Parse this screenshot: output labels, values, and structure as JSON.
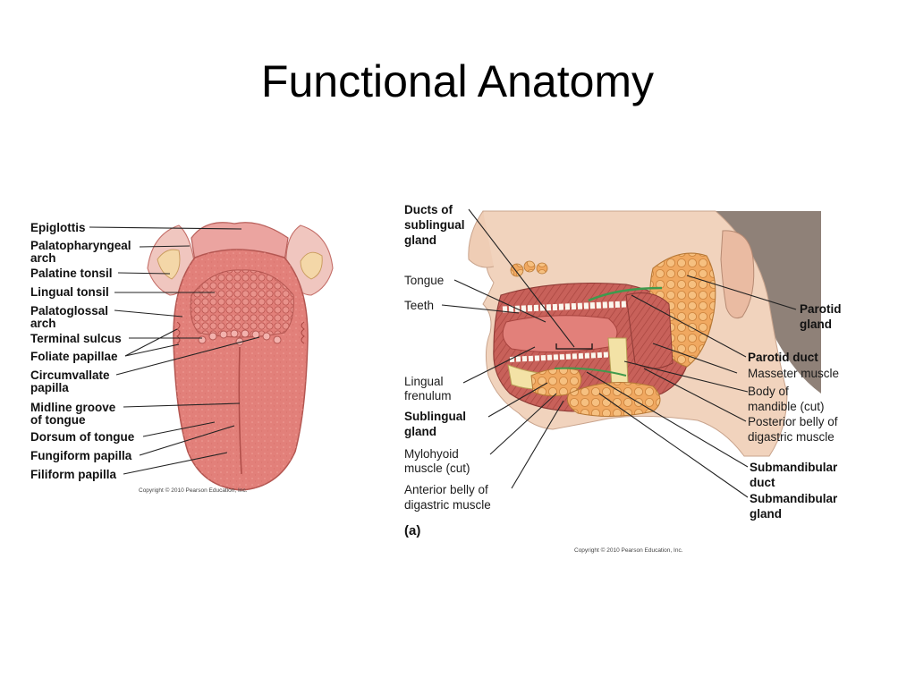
{
  "title": "Functional Anatomy",
  "tongue_figure": {
    "labels": [
      [
        "Epiglottis"
      ],
      [
        "Palatopharyngeal",
        "arch"
      ],
      [
        "Palatine tonsil"
      ],
      [
        "Lingual tonsil"
      ],
      [
        "Palatoglossal",
        "arch"
      ],
      [
        "Terminal sulcus"
      ],
      [
        "Foliate papillae"
      ],
      [
        "Circumvallate",
        "papilla"
      ],
      [
        "Midline groove",
        "of tongue"
      ],
      [
        "Dorsum of tongue"
      ],
      [
        "Fungiform papilla"
      ],
      [
        "Filiform papilla"
      ]
    ],
    "copyright": "Copyright © 2010 Pearson Education, Inc."
  },
  "head_figure": {
    "left_labels": [
      {
        "lines": [
          "Ducts of",
          "sublingual",
          "gland"
        ],
        "bold": true
      },
      {
        "lines": [
          "Tongue"
        ],
        "bold": false
      },
      {
        "lines": [
          "Teeth"
        ],
        "bold": false
      },
      {
        "lines": [
          "Lingual",
          "frenulum"
        ],
        "bold": false
      },
      {
        "lines": [
          "Sublingual",
          "gland"
        ],
        "bold": true
      },
      {
        "lines": [
          "Mylohyoid",
          "muscle (cut)"
        ],
        "bold": false
      },
      {
        "lines": [
          "Anterior belly of",
          "digastric muscle"
        ],
        "bold": false
      }
    ],
    "right_labels": [
      {
        "lines": [
          "Parotid",
          "gland"
        ],
        "bold": true
      },
      {
        "lines": [
          "Parotid duct"
        ],
        "bold": true
      },
      {
        "lines": [
          "Masseter muscle"
        ],
        "bold": false
      },
      {
        "lines": [
          "Body of",
          "mandible (cut)"
        ],
        "bold": false
      },
      {
        "lines": [
          "Posterior belly of",
          "digastric muscle"
        ],
        "bold": false
      },
      {
        "lines": [
          "Submandibular",
          "duct"
        ],
        "bold": true
      },
      {
        "lines": [
          "Submandibular",
          "gland"
        ],
        "bold": true
      }
    ],
    "panel_letter": "(a)",
    "copyright": "Copyright © 2010 Pearson Education, Inc."
  },
  "colors": {
    "tongue": "#e2807a",
    "tongue_dark": "#c9615c",
    "skin": "#f1d3bd",
    "gland": "#f0a860",
    "muscle": "#c8615a",
    "bone": "#f3e2a6",
    "duct": "#3f9a4d",
    "hair": "#8f8178"
  }
}
